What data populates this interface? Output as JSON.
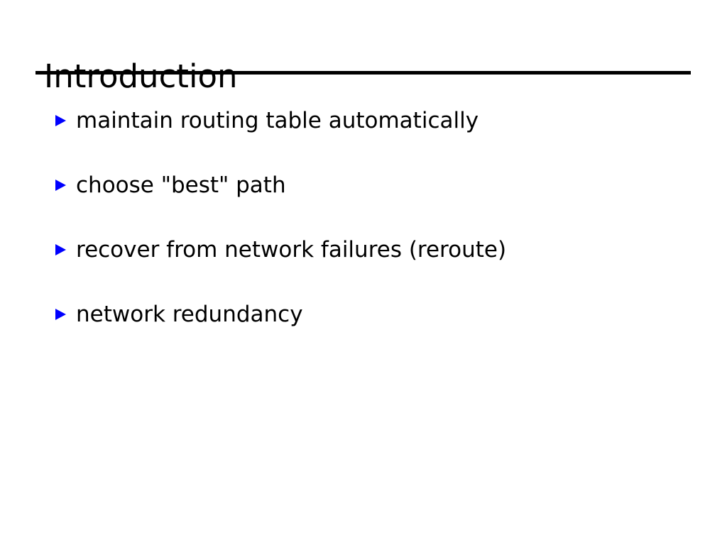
{
  "slide": {
    "title": "Introduction",
    "accent_color": "#0000ff",
    "text_color": "#000000",
    "background_color": "#ffffff",
    "rule_color": "#000000",
    "bullet_icon": "triangle-right-icon",
    "bullets": [
      {
        "text": "maintain routing table automatically"
      },
      {
        "text": "choose \"best\" path"
      },
      {
        "text": "recover from network failures (reroute)"
      },
      {
        "text": "network redundancy"
      }
    ]
  }
}
